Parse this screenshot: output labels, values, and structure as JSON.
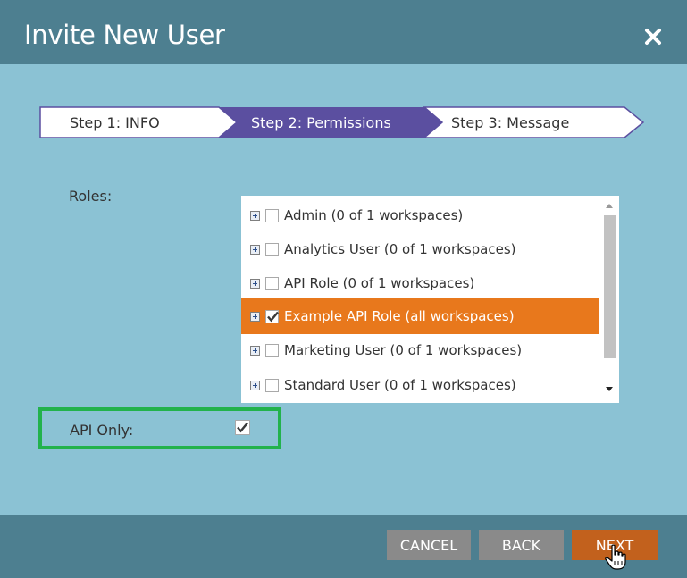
{
  "dialog": {
    "title": "Invite New User",
    "close_icon": "close-icon"
  },
  "steps": [
    {
      "label": "Step 1: INFO",
      "active": false
    },
    {
      "label": "Step 2: Permissions",
      "active": true
    },
    {
      "label": "Step 3: Message",
      "active": false
    }
  ],
  "roles": {
    "label": "Roles:",
    "items": [
      {
        "label": "Admin (0 of 1 workspaces)",
        "checked": false,
        "selected": false
      },
      {
        "label": "Analytics User (0 of 1 workspaces)",
        "checked": false,
        "selected": false
      },
      {
        "label": "API Role (0 of 1 workspaces)",
        "checked": false,
        "selected": false
      },
      {
        "label": "Example API Role (all workspaces)",
        "checked": true,
        "selected": true
      },
      {
        "label": "Marketing User (0 of 1 workspaces)",
        "checked": false,
        "selected": false
      },
      {
        "label": "Standard User (0 of 1 workspaces)",
        "checked": false,
        "selected": false
      }
    ]
  },
  "api_only": {
    "label": "API Only:",
    "checked": true
  },
  "footer": {
    "cancel_label": "CANCEL",
    "back_label": "BACK",
    "next_label": "NEXT"
  },
  "colors": {
    "header": "#4d7f90",
    "body": "#8bc2d4",
    "active_step": "#5b4fa0",
    "selected_row": "#e8781c",
    "next_button": "#c2611d",
    "highlight_box": "#22b24c"
  }
}
